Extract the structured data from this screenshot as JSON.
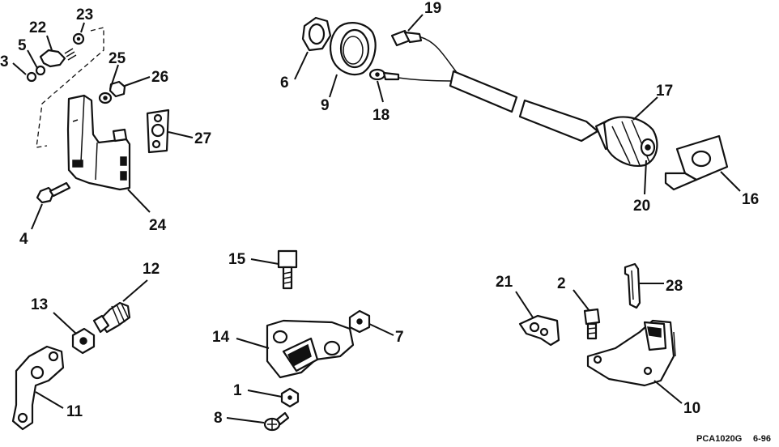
{
  "callouts": {
    "c1": "1",
    "c2": "2",
    "c3": "3",
    "c4": "4",
    "c5": "5",
    "c6": "6",
    "c7": "7",
    "c8": "8",
    "c9": "9",
    "c10": "10",
    "c11": "11",
    "c12": "12",
    "c13": "13",
    "c14": "14",
    "c15": "15",
    "c16": "16",
    "c17": "17",
    "c18": "18",
    "c19": "19",
    "c20": "20",
    "c21": "21",
    "c22": "22",
    "c23": "23",
    "c24": "24",
    "c25": "25",
    "c26": "26",
    "c27": "27",
    "c28": "28"
  },
  "footer": {
    "drawing_code": "PCA1020G",
    "date_code": "6-96"
  }
}
